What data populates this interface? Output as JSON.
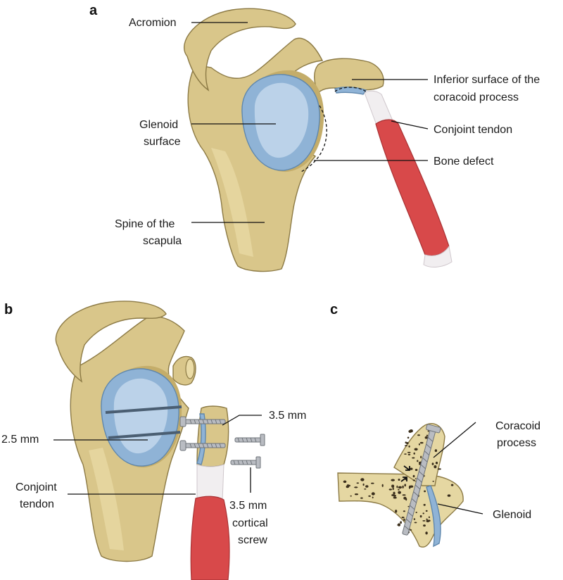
{
  "panels": {
    "a": "a",
    "b": "b",
    "c": "c"
  },
  "labels_a": {
    "acromion": "Acromion",
    "glenoid_line1": "Glenoid",
    "glenoid_line2": "surface",
    "spine_line1": "Spine of the",
    "spine_line2": "scapula",
    "coracoid_line1": "Inferior surface of the",
    "coracoid_line2": "coracoid process",
    "conjoint": "Conjoint tendon",
    "bone_defect": "Bone defect"
  },
  "labels_b": {
    "drill": "2.5 mm",
    "screw_size": "3.5 mm",
    "tendon_line1": "Conjoint",
    "tendon_line2": "tendon",
    "cortical_line1": "3.5 mm",
    "cortical_line2": "cortical",
    "cortical_line3": "screw"
  },
  "labels_c": {
    "coracoid_line1": "Coracoid",
    "coracoid_line2": "process",
    "glenoid": "Glenoid"
  },
  "colors": {
    "bone": "#d9c68a",
    "cartilage": "#8fb3d6",
    "muscle": "#d8494a",
    "tendon": "#f1eef0"
  }
}
